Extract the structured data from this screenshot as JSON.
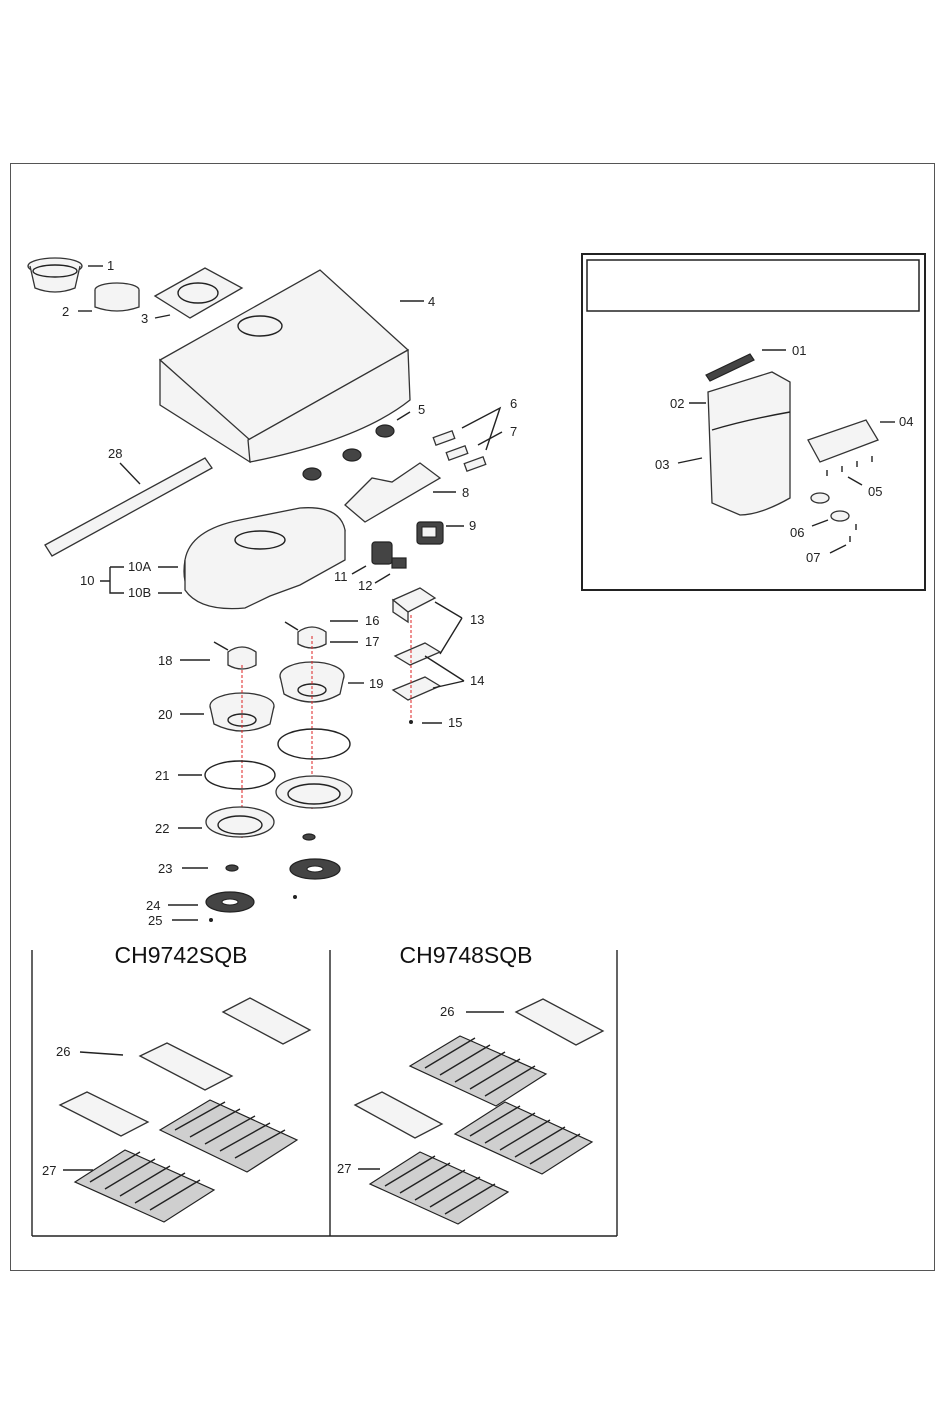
{
  "callouts": {
    "p1": "1",
    "p2": "2",
    "p3": "3",
    "p4": "4",
    "p5": "5",
    "p6": "6",
    "p7": "7",
    "p8": "8",
    "p9": "9",
    "p10": "10",
    "p10a": "10A",
    "p10b": "10B",
    "p11": "11",
    "p12": "12",
    "p13": "13",
    "p14": "14",
    "p15": "15",
    "p16": "16",
    "p17": "17",
    "p18": "18",
    "p19": "19",
    "p20": "20",
    "p21": "21",
    "p22": "22",
    "p23": "23",
    "p24": "24",
    "p25": "25",
    "p28": "28"
  },
  "inset": {
    "title": "",
    "c01": "01",
    "c02": "02",
    "c03": "03",
    "c04": "04",
    "c05": "05",
    "c06": "06",
    "c07": "07"
  },
  "models": {
    "left": {
      "name": "CH9742SQB",
      "c26": "26",
      "c27": "27"
    },
    "right": {
      "name": "CH9748SQB",
      "c26": "26",
      "c27": "27"
    }
  }
}
